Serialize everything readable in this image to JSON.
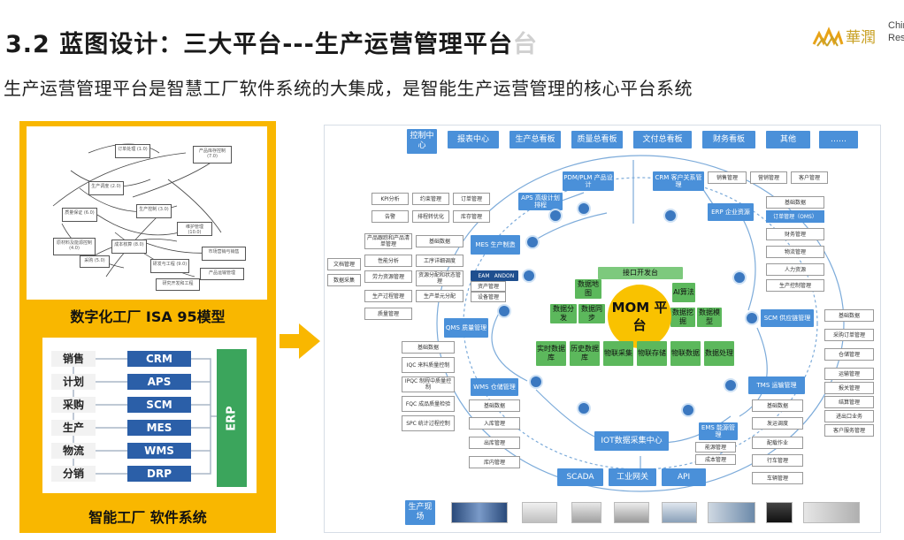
{
  "header": {
    "title": "3.2 蓝图设计：三大平台---生产运营管理平台",
    "title_ghost": "台",
    "subtitle": "生产运营管理平台是智慧工厂软件系统的大集成，是智能生产运营管理的核心平台系统",
    "logo_cn": "華潤",
    "logo_en": "China Resou"
  },
  "left_panel": {
    "isa_caption": "数字化工厂  ISA 95模型",
    "isa_boxes": [
      "订单处理 (1.0)",
      "产品库存控制 (7.0)",
      "生产调度 (2.0)",
      "生产控制 (3.0)",
      "维护管理 (10.0)",
      "质量保证 (6.0)",
      "成本核算 (8.0)",
      "原材料及能源控制 (4.0)",
      "采购 (5.0)",
      "研发与工程 (9.0)",
      "市场营销与销售",
      "产品运输管理",
      "研究开发和工程"
    ],
    "sw_caption": "智能工厂 软件系统",
    "rows": [
      {
        "left": "销售",
        "right": "CRM"
      },
      {
        "left": "计划",
        "right": "APS"
      },
      {
        "left": "采购",
        "right": "SCM"
      },
      {
        "left": "生产",
        "right": "MES"
      },
      {
        "left": "物流",
        "right": "WMS"
      },
      {
        "left": "分销",
        "right": "DRP"
      }
    ],
    "erp": "ERP"
  },
  "top_bar": {
    "label": "控制中心",
    "items": [
      "报表中心",
      "生产总看板",
      "质量总看板",
      "文付总看板",
      "财务看板",
      "其他",
      "……"
    ]
  },
  "modules": {
    "plm": "PDM/PLM 产品设计",
    "crm": "CRM 客户关系管理",
    "aps": "APS 高级计划排程",
    "erp": "ERP 企业资源",
    "mes": "MES 生产制造",
    "qms": "QMS 质量管理",
    "scm": "SCM 供应链管理",
    "wms": "WMS 仓储管理",
    "tms": "TMS 运输管理",
    "ems": "EMS 能源管理",
    "iot": "IOT数据采集中心",
    "scada": "SCADA",
    "gateway": "工业网关",
    "api": "API",
    "field": "生产现场",
    "mom": "MOM 平台"
  },
  "sub": {
    "crm": [
      "销售管理",
      "营销管理",
      "客户管理"
    ],
    "aps": [
      "KPI分析",
      "约束管理",
      "订单管理",
      "告警",
      "排程转优化",
      "库存管理"
    ],
    "erp": [
      "基础数据",
      "订单管理（OMS）",
      "财务管理",
      "物流管理",
      "人力资源",
      "生产控制管理"
    ],
    "mes": [
      "产品跟踪和产品清单管理",
      "基础数据",
      "性能分析",
      "工序详细调度",
      "劳力资源管理",
      "资源分配和状态管理",
      "生产过程管理",
      "生产单元分配",
      "质量管理"
    ],
    "mes_left": [
      "文档管理",
      "数据采集"
    ],
    "mes_inner": [
      "EAM",
      "ANDON",
      "资产管理",
      "设备管理"
    ],
    "qms": [
      "基础数据",
      "IQC 来料质量控制",
      "IPQC 制程中质量控制",
      "FQC 成品质量检验",
      "SPC 统计过程控制"
    ],
    "scm": [
      "基础数据",
      "采购订单管理",
      "仓储管理",
      "运输管理",
      "报关管理",
      "结算管理",
      "进出口业务",
      "客户服务管理"
    ],
    "wms": [
      "基础数据",
      "入库管理",
      "出库管理",
      "库内管理"
    ],
    "tms": [
      "基础数据",
      "发运调度",
      "配载作业",
      "行车管理",
      "车辆管理"
    ],
    "ems": [
      "能源管理",
      "成本管理"
    ],
    "mom_top": [
      "接口开发台"
    ],
    "mom_green": [
      "数据地图",
      "数据分发",
      "数据同步",
      "AI算法",
      "数据挖掘",
      "数据模型"
    ],
    "mom_bottom": [
      "实时数据库",
      "历史数据库",
      "物联采集",
      "物联存储",
      "物联数据",
      "数据处理"
    ]
  }
}
